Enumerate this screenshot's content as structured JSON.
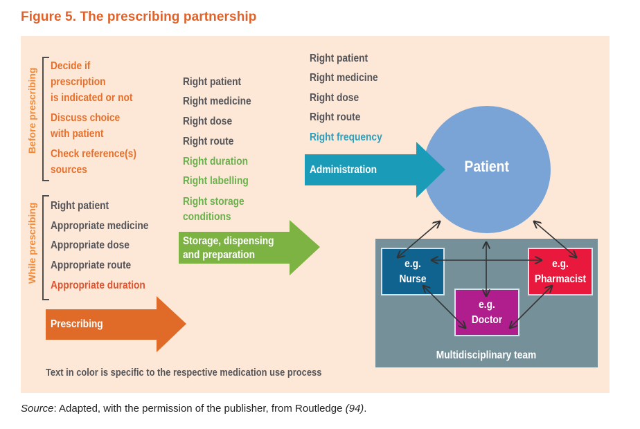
{
  "title": "Figure 5. The prescribing partnership",
  "colors": {
    "title": "#e0622a",
    "panel_bg": "#fde8d7",
    "prescribing": "#e06a27",
    "storage": "#7cb342",
    "administration": "#1a9cb8",
    "patient": "#7aa3d6",
    "team_bg": "#76909a",
    "nurse": "#10628f",
    "doctor": "#b01e8e",
    "pharmacist": "#e8193c"
  },
  "before_prescribing": {
    "label": "Before prescribing",
    "items": [
      "Decide if",
      "prescription",
      "is indicated or not",
      "Discuss choice",
      "with patient",
      "Check reference(s)",
      "sources"
    ]
  },
  "while_prescribing": {
    "label": "While prescribing",
    "items": [
      {
        "text": "Right patient",
        "specific": false
      },
      {
        "text": "Appropriate medicine",
        "specific": false
      },
      {
        "text": "Appropriate dose",
        "specific": false
      },
      {
        "text": "Appropriate route",
        "specific": false
      },
      {
        "text": "Appropriate duration",
        "specific": true
      }
    ]
  },
  "prescribing_arrow": {
    "label": "Prescribing"
  },
  "storage": {
    "items": [
      {
        "text": "Right patient",
        "specific": false
      },
      {
        "text": "Right medicine",
        "specific": false
      },
      {
        "text": "Right dose",
        "specific": false
      },
      {
        "text": "Right route",
        "specific": false
      },
      {
        "text": "Right duration",
        "specific": true
      },
      {
        "text": "Right labelling",
        "specific": true
      },
      {
        "text": "Right storage",
        "specific": true
      },
      {
        "text": "conditions",
        "specific": true
      }
    ],
    "arrow_label_1": "Storage, dispensing",
    "arrow_label_2": "and preparation"
  },
  "administration": {
    "items": [
      {
        "text": "Right patient",
        "specific": false
      },
      {
        "text": "Right medicine",
        "specific": false
      },
      {
        "text": "Right dose",
        "specific": false
      },
      {
        "text": "Right route",
        "specific": false
      },
      {
        "text": "Right frequency",
        "specific": true
      }
    ],
    "arrow_label": "Administration"
  },
  "patient": {
    "label": "Patient"
  },
  "team": {
    "label": "Multidisciplinary team",
    "nurse": {
      "line1": "e.g.",
      "line2": "Nurse"
    },
    "doctor": {
      "line1": "e.g.",
      "line2": "Doctor"
    },
    "pharmacist": {
      "line1": "e.g.",
      "line2": "Pharmacist"
    }
  },
  "note": "Text in color is specific to the respective medication use process",
  "source": {
    "prefix": "Source",
    "text": ": Adapted, with the permission of the publisher, from Routledge ",
    "ref": "(94)",
    "suffix": "."
  }
}
